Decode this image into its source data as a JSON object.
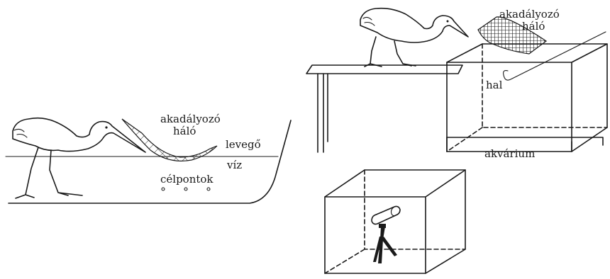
{
  "left_scene": {
    "net_label_line1": "akadályozó",
    "net_label_line2": "háló",
    "air_label": "levegő",
    "water_label": "víz",
    "targets_label": "célpontok"
  },
  "right_scene": {
    "net_label_line1": "akadályozó",
    "net_label_line2": "háló",
    "fish_label": "hal",
    "aquarium_label": "akvárium"
  },
  "icons": {
    "bird": "heron-icon",
    "net": "net-icon",
    "camera": "camera-icon",
    "tripod": "tripod-icon"
  }
}
